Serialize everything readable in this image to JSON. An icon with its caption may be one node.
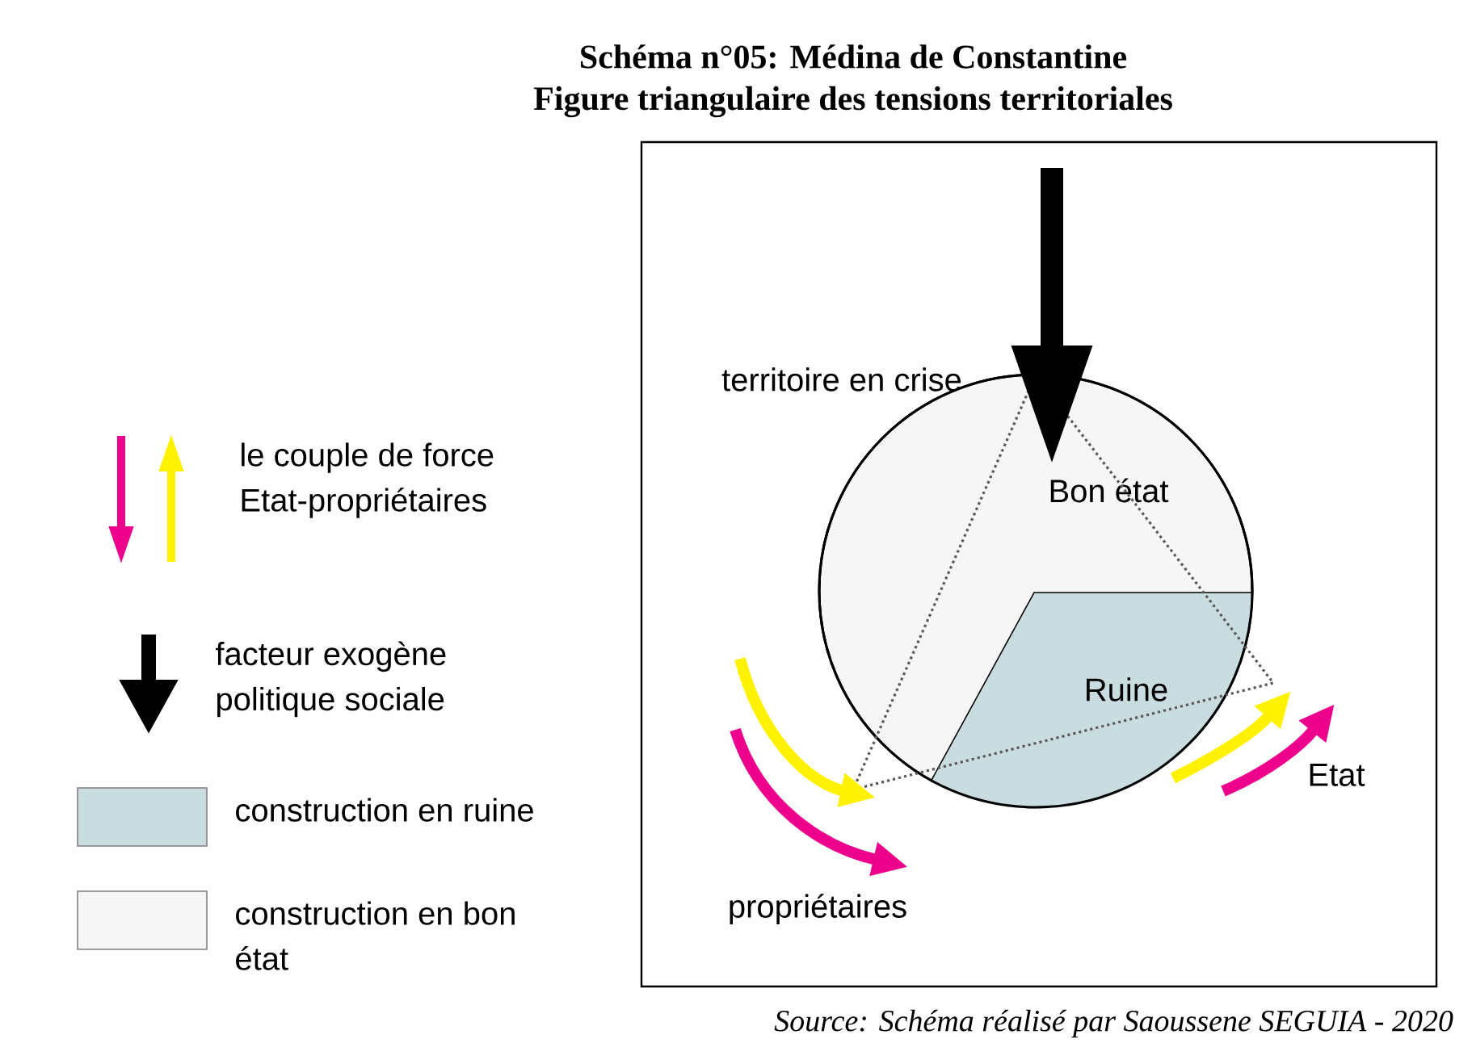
{
  "diagram": {
    "title": "Schéma n°05: Médina de Constantine",
    "caption": "Source: Schéma réalisé par Saoussene SEGUIA  -  2020",
    "nodes": [
      {
        "text": [],
        "shape": "box"
      },
      {
        "text": [
          "Bon état"
        ],
        "in": 0
      },
      {
        "text": [
          "Ruine"
        ],
        "in": 1
      }
    ],
    "edges": [
      {
        "from": null,
        "to": 1,
        "arrow": "to"
      }
    ],
    "labels": [
      "Figure triangulaire des tensions territoriales",
      "territoire en crise",
      "propriétaires",
      "Etat"
    ],
    "legend": [
      {
        "text": "le couple de force Etat-propriétaires"
      },
      {
        "text": "facteur exogène politique sociale"
      },
      {
        "text": "construction en ruine",
        "color": "#c9dde1"
      },
      {
        "text": "construction en bon état",
        "color": "#f6f6f6"
      }
    ]
  }
}
